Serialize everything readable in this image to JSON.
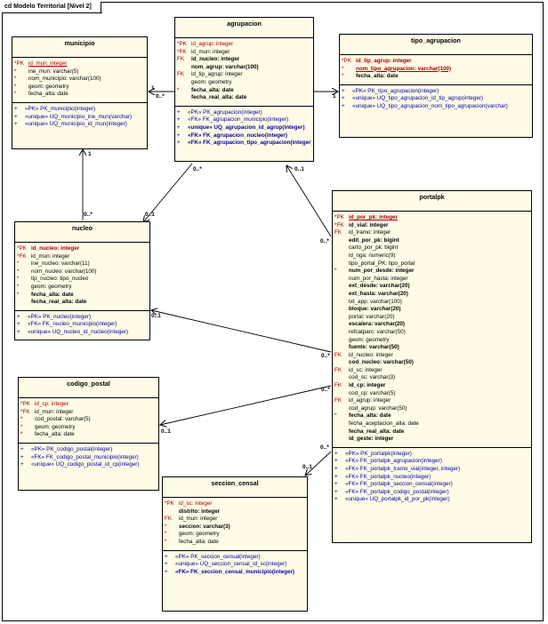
{
  "diagram_title": "cd Modelo Territorial [Nivel 2]",
  "classes": {
    "municipio": {
      "name": "municipio",
      "attrs": [
        {
          "k": "*PK",
          "t": "id_mun:  integer",
          "pk": true,
          "u": true
        },
        {
          "k": "*",
          "t": "ine_mun:  varchar(5)"
        },
        {
          "k": "*",
          "t": "nom_municipio:  varchar(100)"
        },
        {
          "k": "*",
          "t": "geom:  geometry"
        },
        {
          "k": "*",
          "t": "fecha_alta:  date"
        }
      ],
      "ops": [
        {
          "k": "+",
          "t": "«PK» PK_municipio(integer)"
        },
        {
          "k": "+",
          "t": "«unique» UQ_municipio_ine_mun(varchar)"
        },
        {
          "k": "+",
          "t": "«unique» UQ_municipio_id_mun(integer)"
        }
      ]
    },
    "agrupacion": {
      "name": "agrupacion",
      "attrs": [
        {
          "k": "*PK",
          "t": "id_agrup:  integer",
          "pk": true
        },
        {
          "k": "*FK",
          "t": "id_mun:  integer"
        },
        {
          "k": "FK",
          "t": "id_nucleo:  integer",
          "b": true
        },
        {
          "k": "",
          "t": "nom_agrup:  varchar(100)",
          "b": true
        },
        {
          "k": "FK",
          "t": "id_tip_agrup:  integer"
        },
        {
          "k": "",
          "t": "geom:  geometry"
        },
        {
          "k": "*",
          "t": "fecha_alta:  date",
          "b": true
        },
        {
          "k": "",
          "t": "fecha_real_alta:  date",
          "b": true
        }
      ],
      "ops": [
        {
          "k": "+",
          "t": "«PK» PK_agrupacion(integer)"
        },
        {
          "k": "+",
          "t": "«FK» FK_agrupacion_municipio(integer)"
        },
        {
          "k": "+",
          "t": "«unique» UQ_agrupacion_id_agrup(integer)",
          "b": true
        },
        {
          "k": "+",
          "t": "«FK» FK_agrupacion_nucleo(integer)",
          "b": true
        },
        {
          "k": "+",
          "t": "«FK» FK_agrupacion_tipo_agrupacion(integer)",
          "b": true
        }
      ]
    },
    "tipo_agrupacion": {
      "name": "tipo_agrupacion",
      "attrs": [
        {
          "k": "*PK",
          "t": "id_tip_agrup:  integer",
          "pk": true,
          "b": true
        },
        {
          "k": "*",
          "t": "nom_tipo_agrupacion:  varchar(100)",
          "pk": true,
          "u": true,
          "b": true
        },
        {
          "k": "*",
          "t": "fecha_alta:  date",
          "b": true
        }
      ],
      "ops": [
        {
          "k": "+",
          "t": "«PK» PK_tipo_agrupacion(integer)"
        },
        {
          "k": "+",
          "t": "«unique» UQ_tipo_agrupacion_id_tip_agrup(integer)"
        },
        {
          "k": "+",
          "t": "«unique» UQ_tipo_agrupacion_nom_tipo_agrupacion(varchar)"
        }
      ]
    },
    "nucleo": {
      "name": "nucleo",
      "attrs": [
        {
          "k": "*PK",
          "t": "id_nucleo:  integer",
          "pk": true,
          "b": true
        },
        {
          "k": "*FK",
          "t": "id_mun:  integer"
        },
        {
          "k": "*",
          "t": "ine_nucleo:  varchar(11)"
        },
        {
          "k": "*",
          "t": "nom_nucleo:  varchar(100)"
        },
        {
          "k": "*",
          "t": "tip_nucleo:  tipo_nucleo"
        },
        {
          "k": "*",
          "t": "geom:  geometry"
        },
        {
          "k": "*",
          "t": "fecha_alta:  date",
          "b": true
        },
        {
          "k": "",
          "t": "fecha_real_alta:  date",
          "b": true
        }
      ],
      "ops": [
        {
          "k": "+",
          "t": "«PK» PK_nucleo(integer)"
        },
        {
          "k": "+",
          "t": "«FK» FK_nucleo_municipio(integer)"
        },
        {
          "k": "+",
          "t": "«unique» UQ_nucleo_id_nucleo(integer)"
        }
      ]
    },
    "codigo_postal": {
      "name": "codigo_postal",
      "attrs": [
        {
          "k": "*PK",
          "t": "id_cp:  integer",
          "pk": true
        },
        {
          "k": "*FK",
          "t": "id_mun:  integer"
        },
        {
          "k": "*",
          "t": "cod_postal:  varchar(5)"
        },
        {
          "k": "*",
          "t": "geom:  geometry"
        },
        {
          "k": "*",
          "t": "fecha_alta:  date"
        }
      ],
      "ops": [
        {
          "k": "+",
          "t": "«PK» PK_codigo_postal(integer)"
        },
        {
          "k": "+",
          "t": "«FK» FK_codigo_postal_municipio(integer)"
        },
        {
          "k": "+",
          "t": "«unique» UQ_codigo_postal_id_cp(integer)"
        }
      ]
    },
    "seccion_censal": {
      "name": "seccion_censal",
      "attrs": [
        {
          "k": "*PK",
          "t": "id_sc:  integer",
          "pk": true
        },
        {
          "k": "",
          "t": "distrito:  integer",
          "b": true
        },
        {
          "k": "FK",
          "t": "id_mun:  integer"
        },
        {
          "k": "*",
          "t": "seccion:  varchar(3)",
          "b": true
        },
        {
          "k": "*",
          "t": "geom:  geometry"
        },
        {
          "k": "*",
          "t": "fecha_alta:  date"
        }
      ],
      "ops": [
        {
          "k": "+",
          "t": "«PK» PK_seccion_censal(integer)"
        },
        {
          "k": "+",
          "t": "«unique» UQ_seccion_censal_id_sc(integer)"
        },
        {
          "k": "+",
          "t": "«FK» FK_seccion_censal_municipio(integer)",
          "b": true
        }
      ]
    },
    "portalpk": {
      "name": "portalpk",
      "attrs": [
        {
          "k": "*PK",
          "t": "id_por_pk:  integer",
          "pk": true,
          "u": true,
          "b": true
        },
        {
          "k": "*FK",
          "t": "id_vial:  integer",
          "b": true
        },
        {
          "k": "FK",
          "t": "id_tramo:  integer"
        },
        {
          "k": "",
          "t": "edit_por_pk:  bigint",
          "b": true
        },
        {
          "k": "",
          "t": "carto_por_pk:  bigint"
        },
        {
          "k": "",
          "t": "id_nga:  numeric(9)"
        },
        {
          "k": "",
          "t": "tipo_portal_PK:  tipo_portal"
        },
        {
          "k": "*",
          "t": "num_por_desde:  integer",
          "b": true
        },
        {
          "k": "",
          "t": "num_por_hasta:  integer"
        },
        {
          "k": "",
          "t": "ext_desde:  varchar(20)",
          "b": true
        },
        {
          "k": "",
          "t": "ext_hasta:  varchar(20)",
          "b": true
        },
        {
          "k": "",
          "t": "txt_app:  varchar(100)"
        },
        {
          "k": "",
          "t": "bloque:  varchar(20)",
          "b": true
        },
        {
          "k": "",
          "t": "portal:  varchar(20)"
        },
        {
          "k": "",
          "t": "escalera:  varchar(20)",
          "b": true
        },
        {
          "k": "",
          "t": "refcatparc:  varchar(50)"
        },
        {
          "k": "",
          "t": "geom:  geometry"
        },
        {
          "k": "",
          "t": "fuente:  varchar(50)",
          "b": true
        },
        {
          "k": "FK",
          "t": "id_nucleo:  integer"
        },
        {
          "k": "",
          "t": "cod_nucleo:  varchar(50)",
          "b": true
        },
        {
          "k": "FK",
          "t": "id_sc:  integer"
        },
        {
          "k": "",
          "t": "cod_sc:  varchar(3)"
        },
        {
          "k": "FK",
          "t": "id_cp:  integer",
          "b": true
        },
        {
          "k": "",
          "t": "cod_cp:  varchar(5)"
        },
        {
          "k": "FK",
          "t": "id_agrup:  integer"
        },
        {
          "k": "",
          "t": "cod_agrup:  varchar(50)"
        },
        {
          "k": "*",
          "t": "fecha_alta:  date",
          "b": true
        },
        {
          "k": "",
          "t": "fecha_aceptacion_alta:  date"
        },
        {
          "k": "",
          "t": "fecha_real_alta:  date",
          "b": true
        },
        {
          "k": "",
          "t": "id_geste:  integer",
          "b": true
        }
      ],
      "ops": [
        {
          "k": "+",
          "t": "«PK» PK_portalpk(integer)"
        },
        {
          "k": "+",
          "t": "«FK» FK_portalpk_agrupacion(integer)"
        },
        {
          "k": "+",
          "t": "«FK» FK_portalpk_tramo_vial(integer, integer)"
        },
        {
          "k": "+",
          "t": "«FK» FK_portalpk_nucleo(integer)"
        },
        {
          "k": "+",
          "t": "«FK» FK_portalpk_seccion_censal(integer)"
        },
        {
          "k": "+",
          "t": "«FK» FK_portalpk_codigo_postal(integer)"
        },
        {
          "k": "+",
          "t": "«unique» UQ_portalpk_id_por_pk(integer)"
        }
      ]
    }
  },
  "multiplicities": {
    "m_agr_mun_many": "0..*",
    "m_agr_mun_one": "1",
    "m_agr_tip_one": "1",
    "m_nuc_mun_one": "1",
    "m_nuc_mun_many": "0..*",
    "m_agr_nuc_many": "0..*",
    "m_agr_nuc_one": "0..1",
    "m_agr_por_one": "0..1",
    "m_por_agr_many": "0..*",
    "m_nuc_por_one": "0..1",
    "m_por_nuc_many": "0..*",
    "m_por_cp_many": "0..*",
    "m_cp_one": "0..1",
    "m_por_sc_many": "0..*",
    "m_sc_one": "0..1"
  }
}
